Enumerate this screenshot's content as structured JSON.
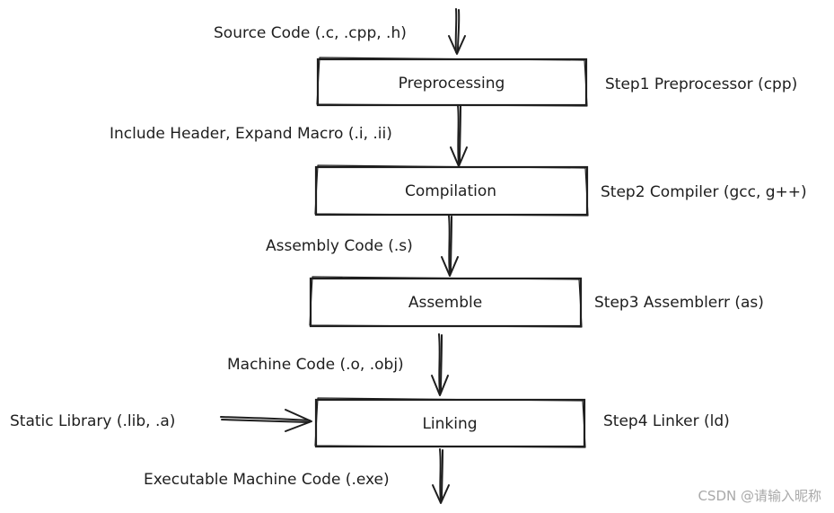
{
  "flow": {
    "source_label": "Source Code (.c, .cpp, .h)",
    "preprocess_out_label": "Include Header, Expand Macro (.i, .ii)",
    "compile_out_label": "Assembly Code (.s)",
    "assemble_out_label": "Machine Code (.o, .obj)",
    "static_library_label": "Static Library (.lib, .a)",
    "executable_label": "Executable Machine Code (.exe)"
  },
  "steps": [
    {
      "box": "Preprocessing",
      "tool": "Step1 Preprocessor (cpp)"
    },
    {
      "box": "Compilation",
      "tool": "Step2 Compiler (gcc, g++)"
    },
    {
      "box": "Assemble",
      "tool": "Step3 Assemblerr (as)"
    },
    {
      "box": "Linking",
      "tool": "Step4 Linker (ld)"
    }
  ],
  "watermark": "CSDN @请输入昵称"
}
